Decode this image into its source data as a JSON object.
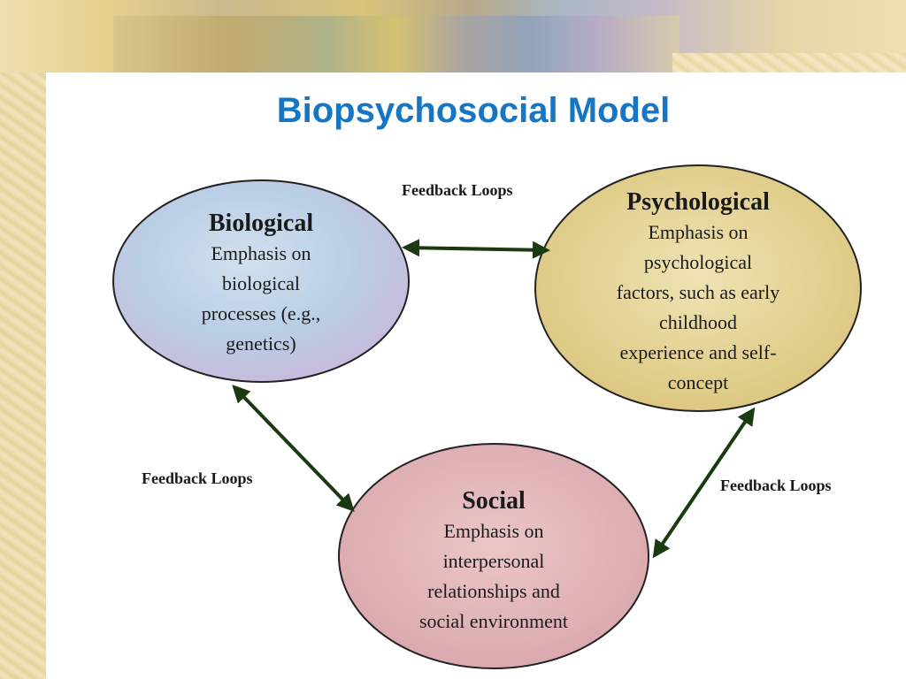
{
  "title": "Biopsychosocial Model",
  "nodes": {
    "biological": {
      "heading": "Biological",
      "body": [
        "Emphasis on",
        "biological",
        "processes (e.g.,",
        "genetics)"
      ]
    },
    "psychological": {
      "heading": "Psychological",
      "body": [
        "Emphasis on",
        "psychological",
        "factors, such as early",
        "childhood",
        "experience and self-",
        "concept"
      ]
    },
    "social": {
      "heading": "Social",
      "body": [
        "Emphasis on",
        "interpersonal",
        "relationships and",
        "social environment"
      ]
    }
  },
  "edges": {
    "top_label": "Feedback Loops",
    "left_label": "Feedback Loops",
    "right_label": "Feedback Loops"
  },
  "colors": {
    "title": "#1676c6",
    "biological_fill": "#b9cfe6",
    "psychological_fill": "#e5d59a",
    "social_fill": "#e2b3b8",
    "arrow": "#1b3a12"
  }
}
